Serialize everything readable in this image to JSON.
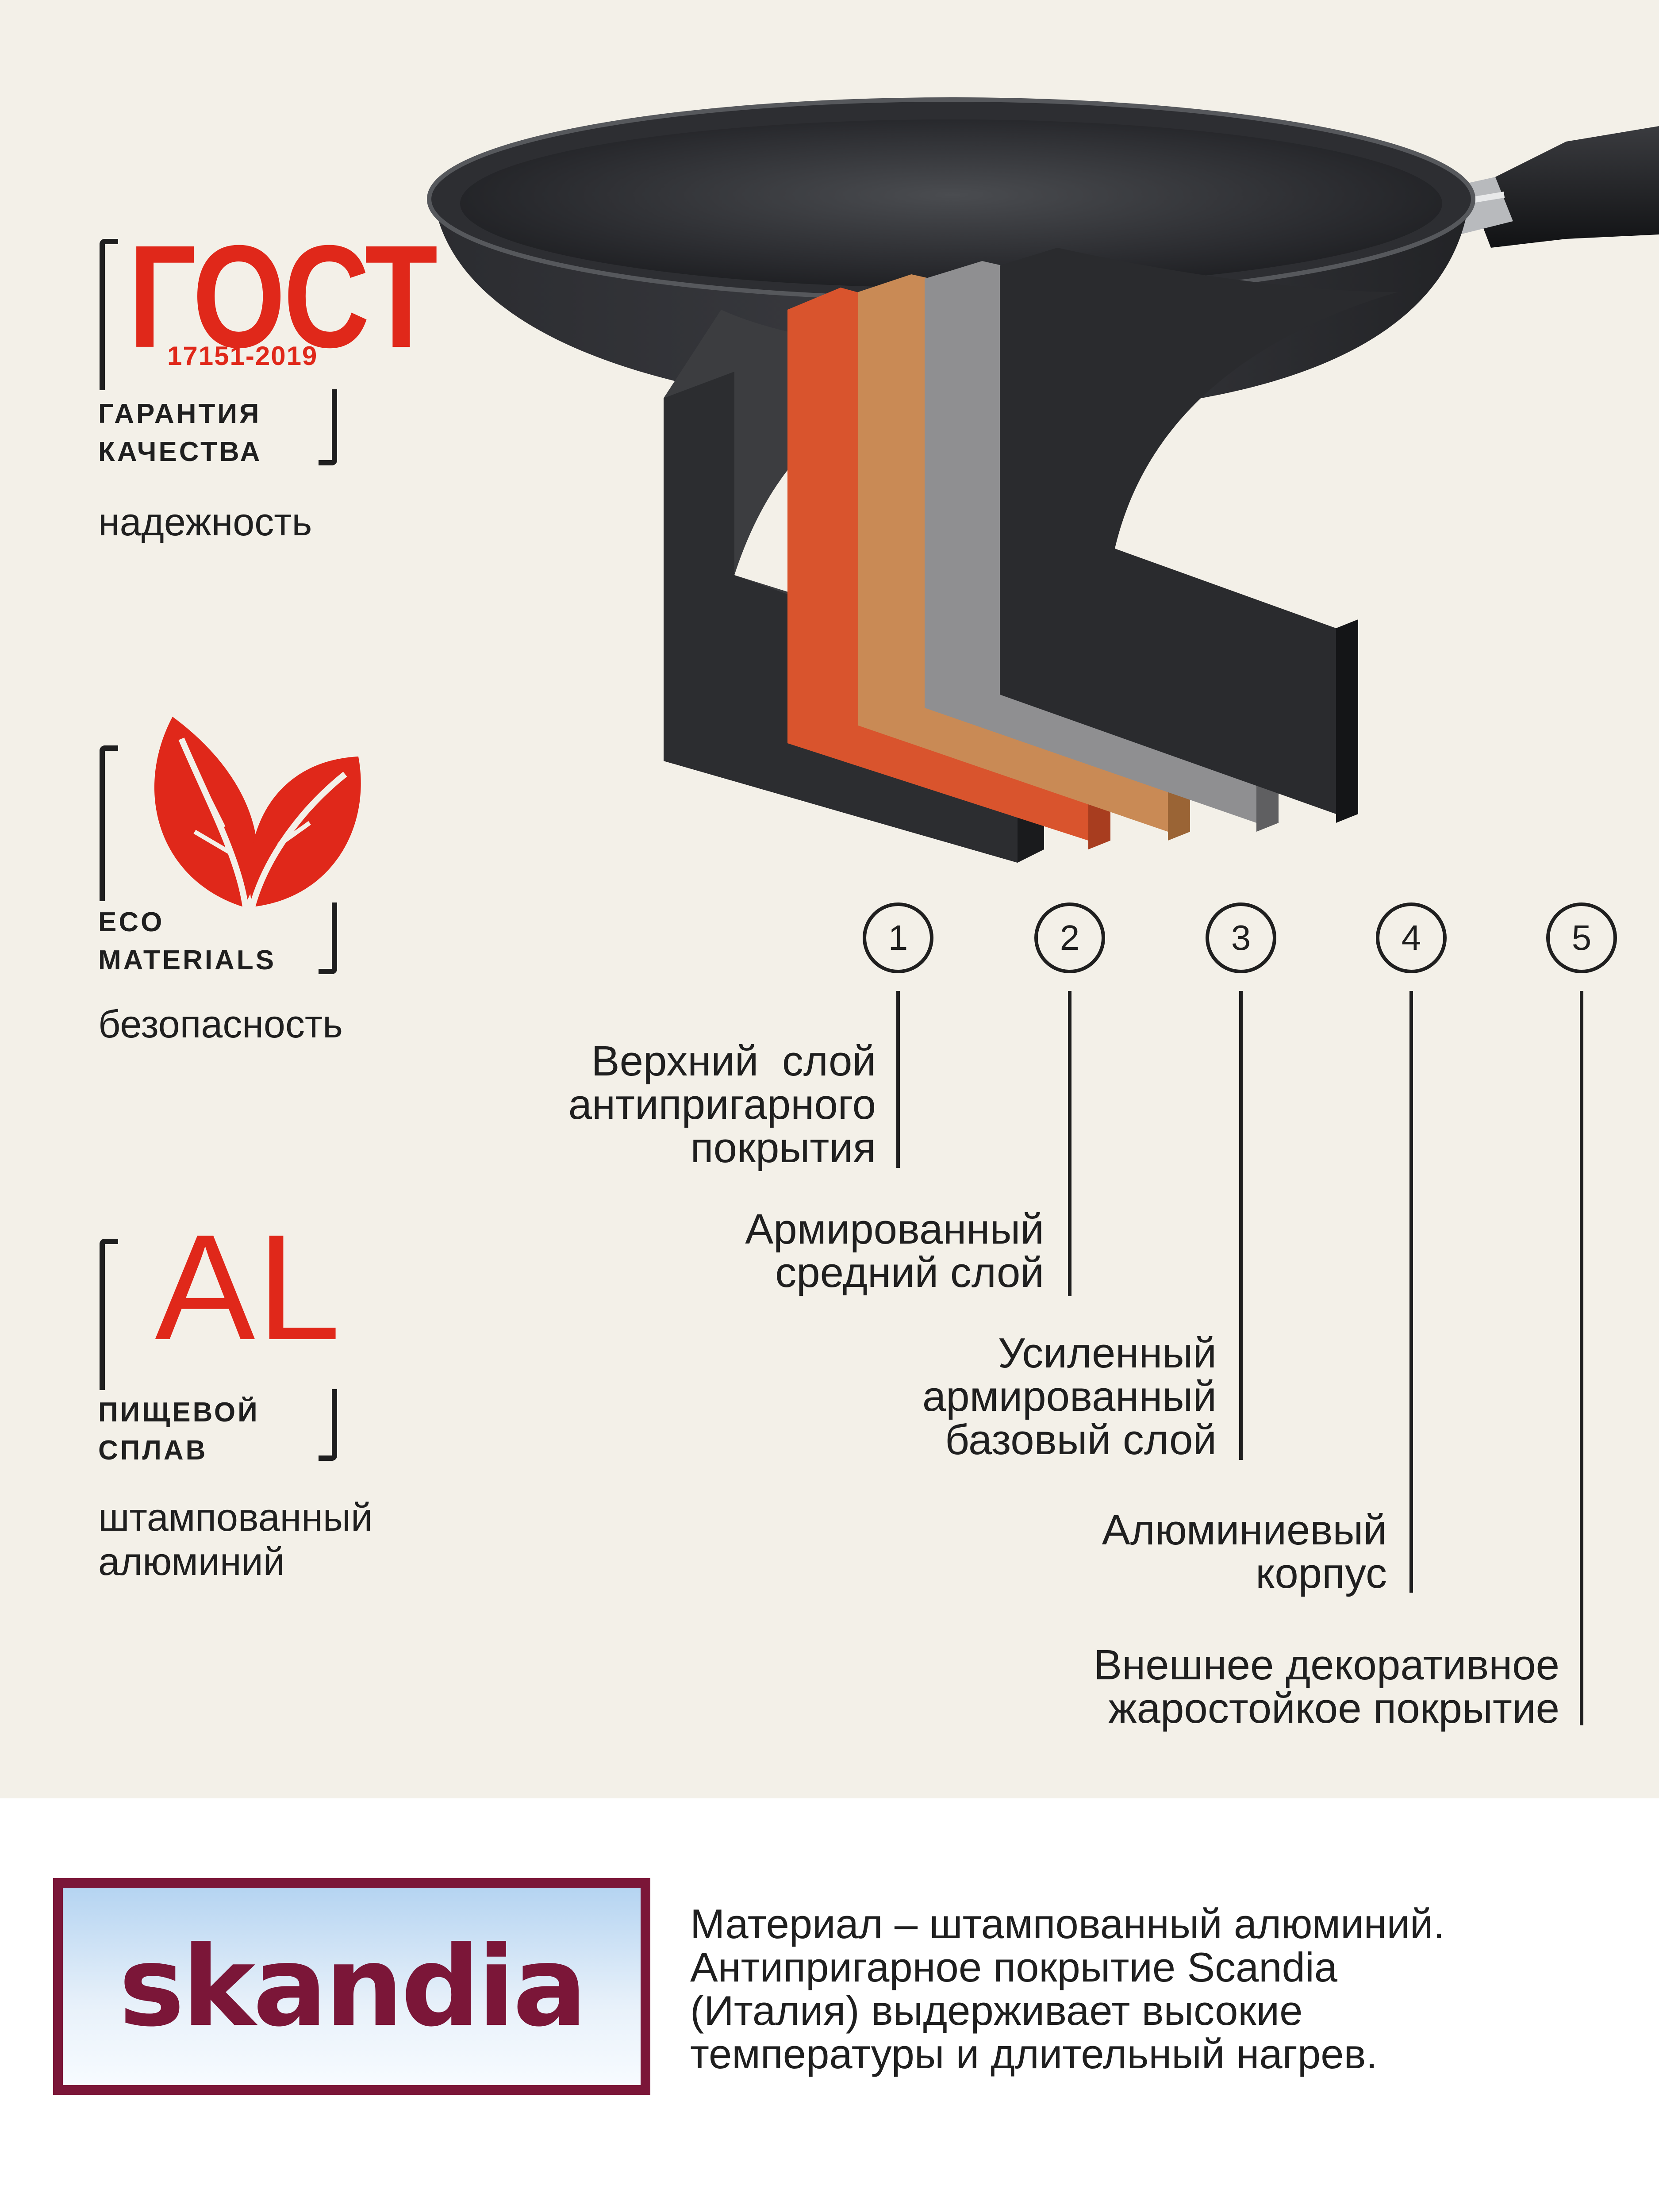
{
  "badges": {
    "gost": {
      "title": "ГОСТ",
      "number": "17151-2019",
      "label_line1": "ГАРАНТИЯ",
      "label_line2": "КАЧЕСТВА",
      "caption": "надежность"
    },
    "eco": {
      "label_line1": "ECO",
      "label_line2": "MATERIALS",
      "caption": "безопасность"
    },
    "al": {
      "title": "AL",
      "label_line1": "ПИЩЕВОЙ",
      "label_line2": "СПЛАВ",
      "caption_line1": "штампованный",
      "caption_line2": "алюминий"
    }
  },
  "layers": [
    {
      "number": "1",
      "lines": [
        "Верхний  слой",
        "антипригарного",
        "покрытия"
      ],
      "color": "#2a2b2e"
    },
    {
      "number": "2",
      "lines": [
        "Армированный",
        "средний слой"
      ],
      "color": "#d9542d"
    },
    {
      "number": "3",
      "lines": [
        "Усиленный",
        "армированный",
        "базовый слой"
      ],
      "color": "#c98a55"
    },
    {
      "number": "4",
      "lines": [
        "Алюминиевый",
        "корпус"
      ],
      "color": "#8f8f91"
    },
    {
      "number": "5",
      "lines": [
        "Внешнее декоративное",
        "жаростойкое покрытие"
      ],
      "color": "#3c3d40"
    }
  ],
  "footer": {
    "logo_text": "skandia",
    "description_lines": [
      "Материал – штампованный алюминий.",
      "Антипригарное покрытие Scandia",
      "(Италия) выдерживает высокие",
      "температуры и длительный нагрев."
    ]
  },
  "colors": {
    "background": "#f3f0e8",
    "accent_red": "#e0281a",
    "logo_frame": "#7b1638"
  }
}
